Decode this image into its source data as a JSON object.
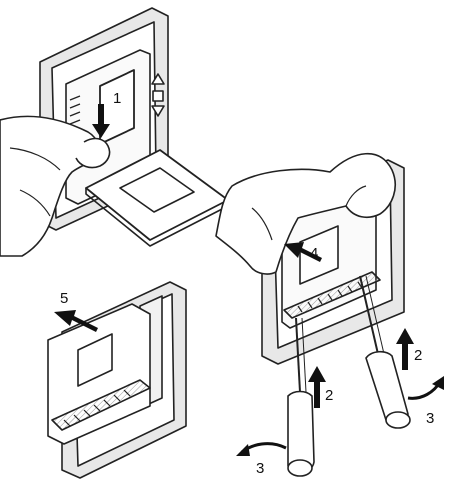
{
  "steps": {
    "step1": "1",
    "step2_left": "2",
    "step2_right": "2",
    "step3_left": "3",
    "step3_right": "3",
    "step4": "4",
    "step5": "5"
  },
  "icons": {
    "up_arrow": "triangle-up-icon",
    "mode_button": "square-icon",
    "down_arrow": "triangle-down-icon"
  }
}
